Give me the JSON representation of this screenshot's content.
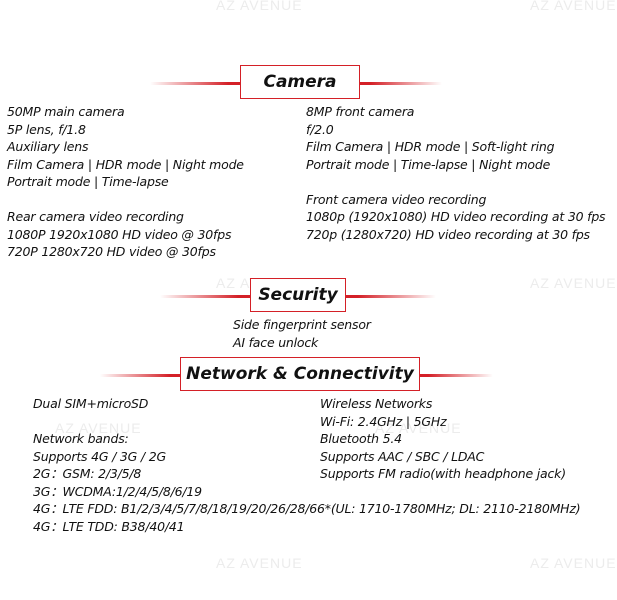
{
  "watermark": "AZ AVENUE",
  "colors": {
    "accent": "#d42027",
    "text": "#111111"
  },
  "camera": {
    "title": "Camera",
    "rear": [
      "50MP main camera",
      "5P lens, f/1.8",
      "Auxiliary lens",
      "Film Camera | HDR mode | Night mode",
      "Portrait mode | Time-lapse"
    ],
    "rear_video_title": "Rear camera video recording",
    "rear_video": [
      "1080P 1920x1080 HD video @ 30fps",
      "720P 1280x720 HD video @ 30fps"
    ],
    "front": [
      "8MP front camera",
      "f/2.0",
      "Film Camera | HDR mode | Soft-light ring",
      "Portrait mode | Time-lapse | Night mode"
    ],
    "front_video_title": "Front camera video recording",
    "front_video": [
      "1080p (1920x1080) HD video recording at 30 fps",
      "720p (1280x720) HD video recording at 30 fps"
    ]
  },
  "security": {
    "title": "Security",
    "items": [
      "Side fingerprint sensor",
      "AI face unlock"
    ]
  },
  "network": {
    "title": "Network & Connectivity",
    "sim": "Dual SIM+microSD",
    "bands_title": "Network bands:",
    "bands": [
      "Supports 4G / 3G / 2G",
      "2G：GSM: 2/3/5/8",
      "3G：WCDMA:1/2/4/5/8/6/19",
      "4G：LTE FDD: B1/2/3/4/5/7/8/18/19/20/26/28/66*(UL: 1710-1780MHz; DL: 2110-2180MHz)",
      "4G：LTE TDD: B38/40/41"
    ],
    "wireless_title": "Wireless Networks",
    "wireless": [
      "Wi-Fi: 2.4GHz | 5GHz",
      "Bluetooth 5.4",
      "Supports AAC / SBC / LDAC",
      "Supports FM radio(with headphone jack)"
    ]
  }
}
